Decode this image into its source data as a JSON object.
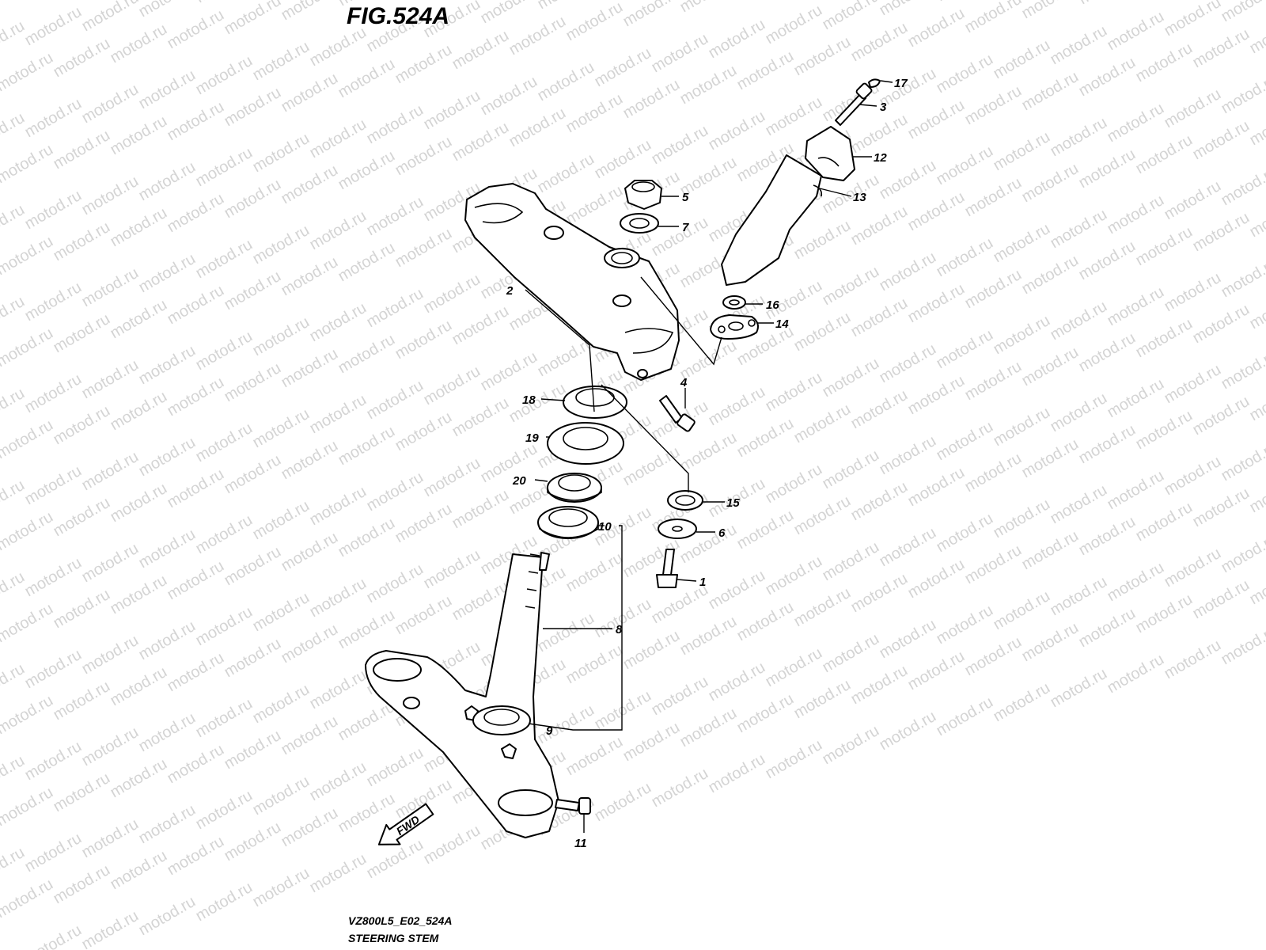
{
  "diagram": {
    "figure_title": "FIG.524A",
    "model_code": "VZ800L5_E02_524A",
    "caption": "STEERING STEM",
    "fwd_label": "FWD",
    "watermark": "motod.ru"
  },
  "callouts": [
    {
      "num": "1"
    },
    {
      "num": "2"
    },
    {
      "num": "3"
    },
    {
      "num": "4"
    },
    {
      "num": "5"
    },
    {
      "num": "6"
    },
    {
      "num": "7"
    },
    {
      "num": "8"
    },
    {
      "num": "9"
    },
    {
      "num": "10"
    },
    {
      "num": "11"
    },
    {
      "num": "12"
    },
    {
      "num": "13"
    },
    {
      "num": "14"
    },
    {
      "num": "15"
    },
    {
      "num": "16"
    },
    {
      "num": "17"
    },
    {
      "num": "18"
    },
    {
      "num": "19"
    },
    {
      "num": "20"
    }
  ]
}
